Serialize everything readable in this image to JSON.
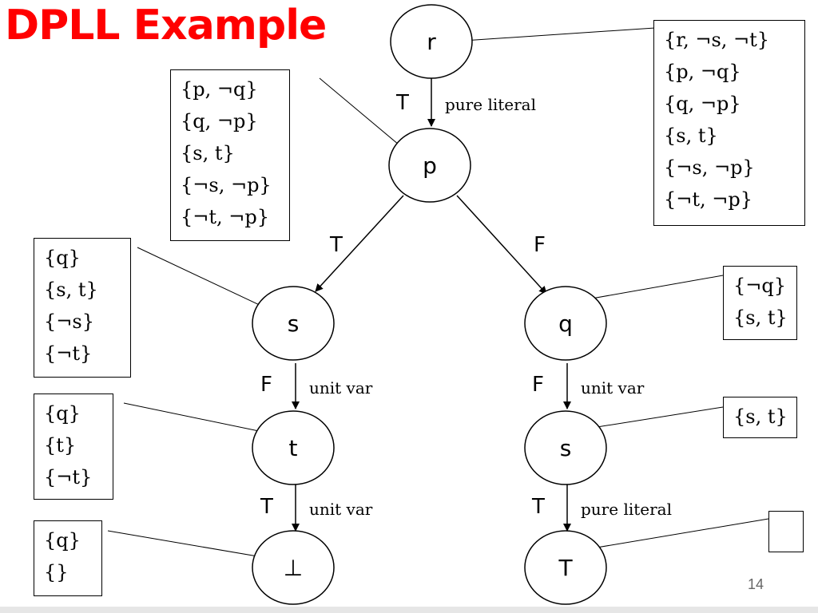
{
  "title": "DPLL Example",
  "page_number": "14",
  "nodes": {
    "r": "r",
    "p": "p",
    "s_left": "s",
    "q": "q",
    "t": "t",
    "s_right": "s",
    "bottom": "⊥",
    "top": "T"
  },
  "edges": {
    "r_p": {
      "value": "T",
      "note": "pure literal"
    },
    "p_s": {
      "value": "T"
    },
    "p_q": {
      "value": "F"
    },
    "s_t": {
      "value": "F",
      "note": "unit var"
    },
    "q_s": {
      "value": "F",
      "note": "unit var"
    },
    "t_bottom": {
      "value": "T",
      "note": "unit var"
    },
    "s_top": {
      "value": "T",
      "note": "pure literal"
    }
  },
  "clause_sets": {
    "r": [
      "{r, ¬s, ¬t}",
      "{p, ¬q}",
      "{q, ¬p}",
      "{s, t}",
      "{¬s, ¬p}",
      "{¬t, ¬p}"
    ],
    "p": [
      "{p, ¬q}",
      "{q, ¬p}",
      "{s, t}",
      "{¬s, ¬p}",
      "{¬t, ¬p}"
    ],
    "s_left": [
      "{q}",
      "{s, t}",
      "{¬s}",
      "{¬t}"
    ],
    "q": [
      "{¬q}",
      "{s, t}"
    ],
    "t": [
      "{q}",
      "{t}",
      "{¬t}"
    ],
    "s_right": [
      "{s, t}"
    ],
    "bottom": [
      "{q}",
      "{}"
    ],
    "top": []
  }
}
